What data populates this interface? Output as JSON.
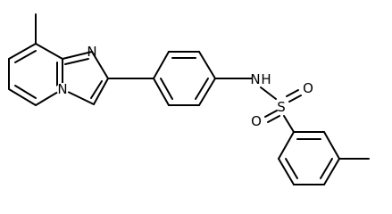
{
  "molecule": {
    "atom_labels": {
      "n_imine": "N",
      "n_bridge": "N",
      "n_amide": "N",
      "h_amide": "H",
      "s": "S",
      "o_top": "O",
      "o_bottom": "O"
    },
    "colors": {
      "bond": "#000000",
      "background": "#ffffff"
    }
  }
}
